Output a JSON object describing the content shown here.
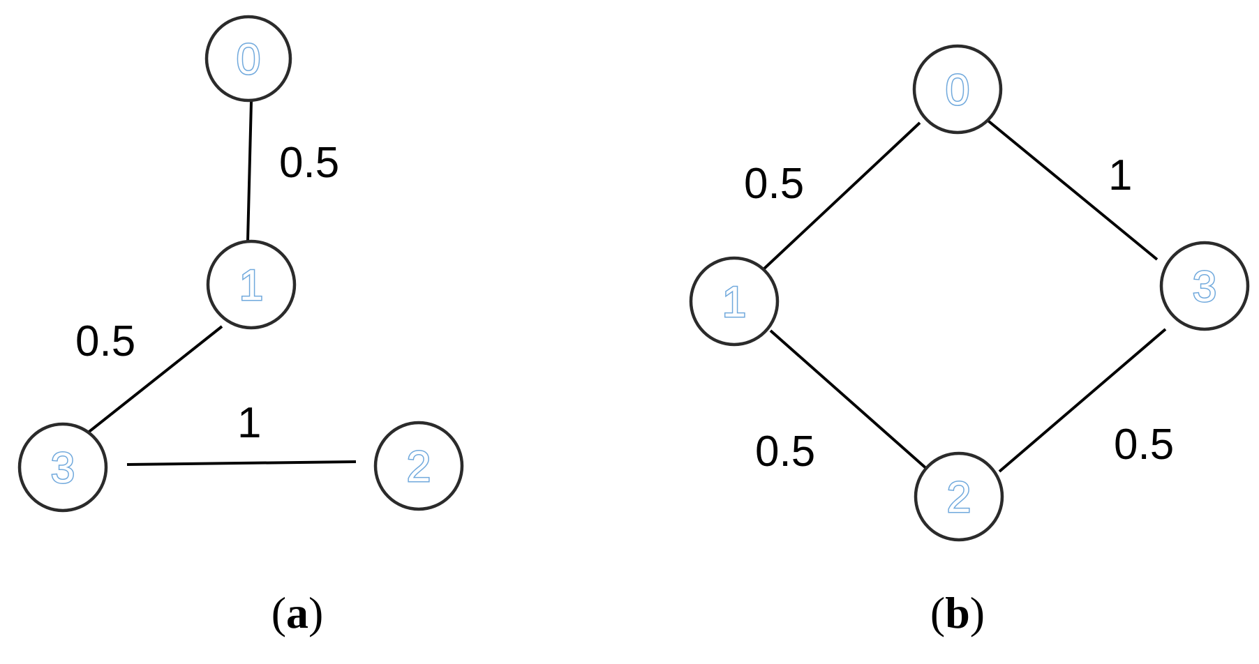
{
  "panels": [
    {
      "id": "a",
      "caption_open": "(",
      "caption_letter": "a",
      "caption_close": ")",
      "nodes": [
        {
          "id": "0",
          "label": "0"
        },
        {
          "id": "1",
          "label": "1"
        },
        {
          "id": "3",
          "label": "3"
        },
        {
          "id": "2",
          "label": "2"
        }
      ],
      "edges": [
        {
          "from": "0",
          "to": "1",
          "weight": "0.5"
        },
        {
          "from": "1",
          "to": "3",
          "weight": "0.5"
        },
        {
          "from": "3",
          "to": "2",
          "weight": "1"
        }
      ]
    },
    {
      "id": "b",
      "caption_open": "(",
      "caption_letter": "b",
      "caption_close": ")",
      "nodes": [
        {
          "id": "0",
          "label": "0"
        },
        {
          "id": "1",
          "label": "1"
        },
        {
          "id": "3",
          "label": "3"
        },
        {
          "id": "2",
          "label": "2"
        }
      ],
      "edges": [
        {
          "from": "0",
          "to": "1",
          "weight": "0.5"
        },
        {
          "from": "0",
          "to": "3",
          "weight": "1"
        },
        {
          "from": "1",
          "to": "2",
          "weight": "0.5"
        },
        {
          "from": "3",
          "to": "2",
          "weight": "0.5"
        }
      ]
    }
  ],
  "colors": {
    "node_stroke": "#2b2b2b",
    "node_label": "#6fa8dc",
    "edge": "#000000"
  }
}
